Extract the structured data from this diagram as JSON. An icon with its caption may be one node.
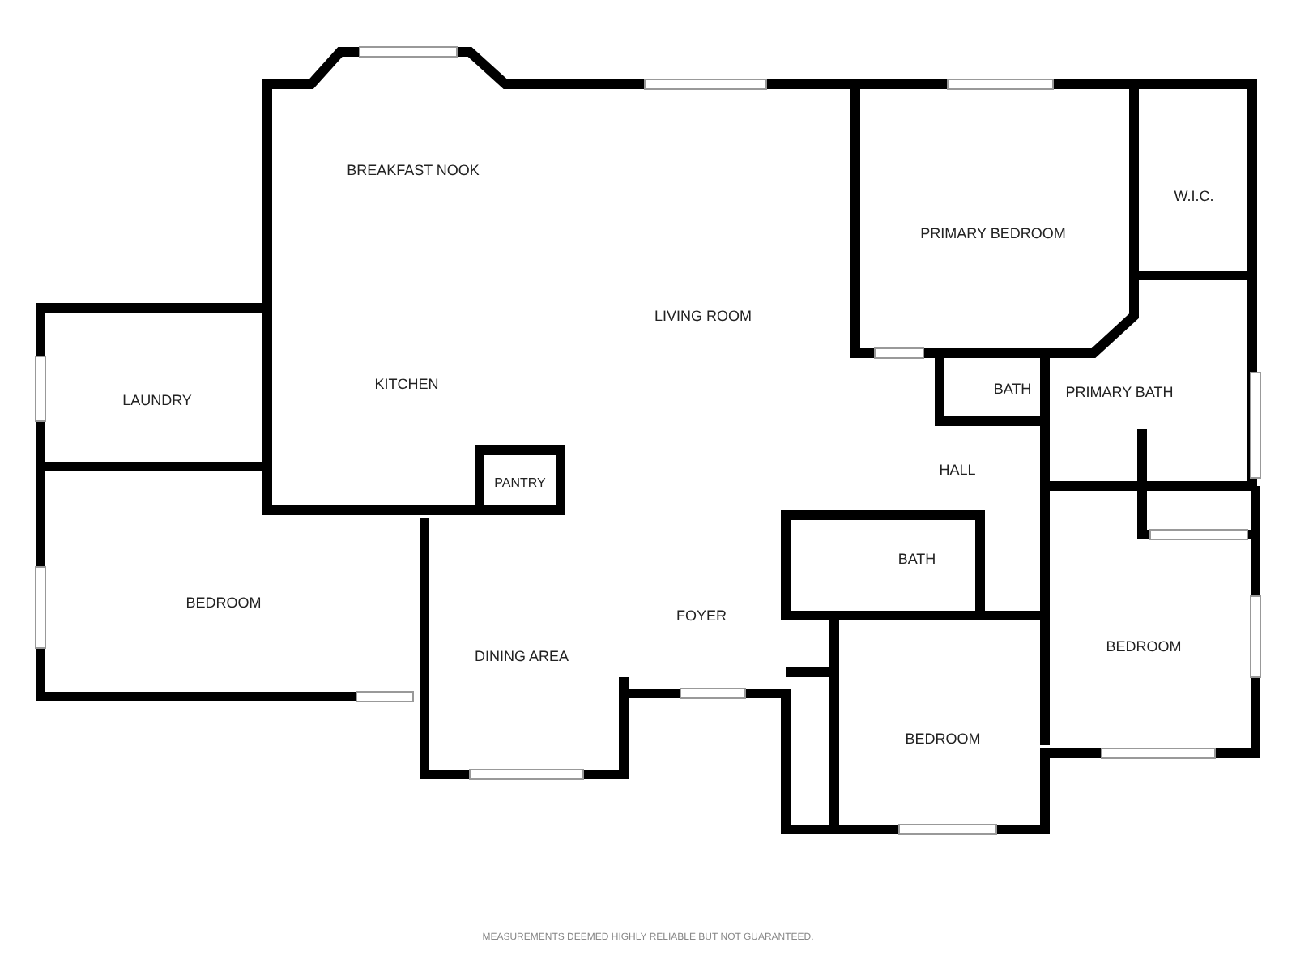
{
  "diagram": {
    "labels": [
      "BREAKFAST NOOK",
      "W.I.C.",
      "PRIMARY BEDROOM",
      "LIVING ROOM",
      "LAUNDRY",
      "KITCHEN",
      "BATH",
      "PRIMARY BATH",
      "PANTRY",
      "HALL",
      "BATH",
      "BEDROOM",
      "FOYER",
      "DINING AREA",
      "BEDROOM",
      "BEDROOM",
      "MEASUREMENTS DEEMED HIGHLY RELIABLE BUT NOT GUARANTEED."
    ]
  }
}
